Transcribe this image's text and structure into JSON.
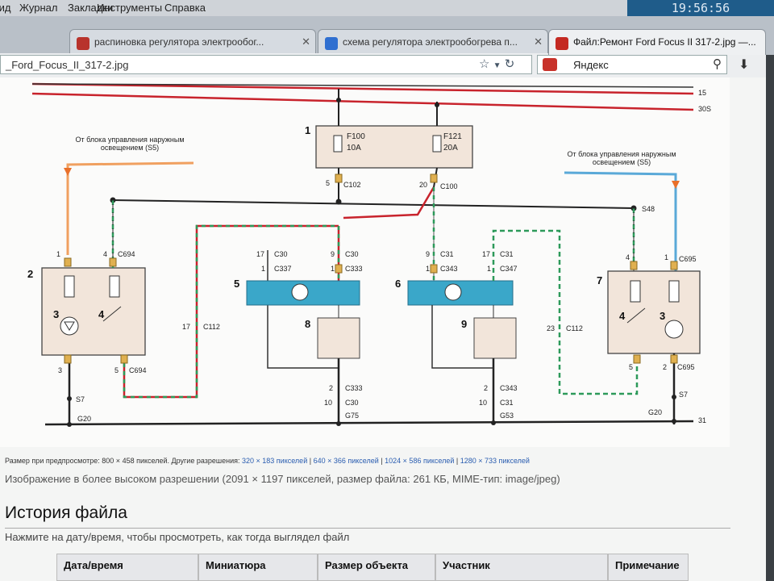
{
  "menu": [
    "Вид",
    "Журнал",
    "Закладки",
    "Инструменты",
    "Справка"
  ],
  "clock": "19:56:56",
  "tabs": [
    {
      "label": "распиновка регулятора электрообог..."
    },
    {
      "label": "схема регулятора электрообогрева п..."
    },
    {
      "label": "Файл:Ремонт Ford Focus II 317-2.jpg —..."
    }
  ],
  "url": "_Ford_Focus_II_317-2.jpg",
  "search_engine": "Яндекс",
  "diagram": {
    "wire_top_right": "15",
    "wire_30s": "30S",
    "wire_31": "31",
    "source_left": "От блока управления наружным освещением (S5)",
    "source_right": "От блока управления наружным освещением (S5)",
    "fuse1": {
      "name": "F100",
      "rating": "10A"
    },
    "fuse2": {
      "name": "F121",
      "rating": "20A"
    },
    "callouts": [
      "1",
      "2",
      "3",
      "4",
      "5",
      "6",
      "7",
      "8",
      "9",
      "4",
      "3"
    ],
    "labels": {
      "c102": "C102",
      "c100": "C100",
      "s48": "S48",
      "c694a": "C694",
      "c694b": "C694",
      "c695a": "C695",
      "c695b": "C695",
      "c30a": "C30",
      "c337": "C337",
      "c30b": "C30",
      "c333": "C333",
      "c31a": "C31",
      "c343": "C343",
      "c31b": "C31",
      "c347": "C347",
      "c112a": "C112",
      "c112b": "C112",
      "c333b": "C333",
      "c30c": "C30",
      "c343b": "C343",
      "c31c": "C31",
      "s7a": "S7",
      "s7b": "S7",
      "g20a": "G20",
      "g20b": "G20",
      "g75": "G75",
      "g53": "G53"
    },
    "pins": {
      "p5": "5",
      "p20": "20",
      "p1a": "1",
      "p4a": "4",
      "p17a": "17",
      "p1b": "1",
      "p9a": "9",
      "p1c": "1",
      "p9b": "9",
      "p1d": "1",
      "p17b": "17",
      "p1e": "1",
      "p4b": "4",
      "p1f": "1",
      "p17c": "17",
      "p23": "23",
      "p3a": "3",
      "p5a": "5",
      "p2a": "2",
      "p10a": "10",
      "p2b": "2",
      "p10b": "10",
      "p5b": "5",
      "p2c": "2"
    }
  },
  "caption": {
    "prefix": "Размер при предпросмотре: 800 × 458 пикселей. Другие разрешения:",
    "links": [
      "320 × 183 пикселей",
      "640 × 366 пикселей",
      "1024 × 586 пикселей",
      "1280 × 733 пикселей"
    ]
  },
  "hires": "Изображение в более высоком разрешении (2091 × 1197 пикселей, размер файла: 261 КБ, MIME-тип: image/jpeg)",
  "history_title": "История файла",
  "history_hint": "Нажмите на дату/время, чтобы просмотреть, как тогда выглядел файл",
  "table_headers": [
    "Дата/время",
    "Миниатюра",
    "Размер объекта",
    "Участник",
    "Примечание"
  ]
}
